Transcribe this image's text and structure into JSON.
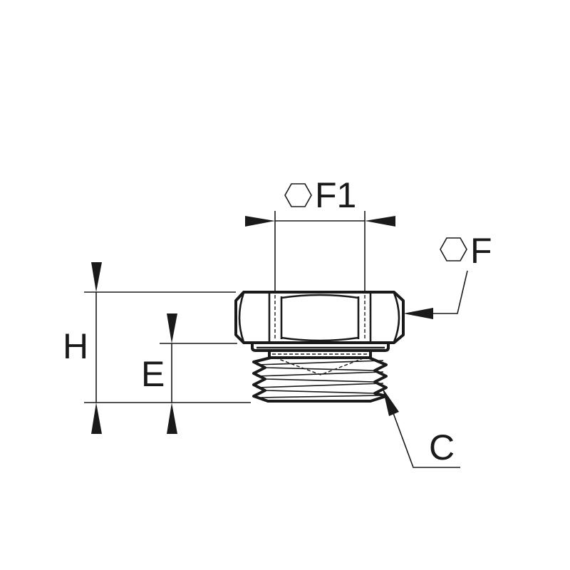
{
  "labels": {
    "f1": "F1",
    "f": "F",
    "h": "H",
    "e": "E",
    "c": "C"
  },
  "icons": {
    "hex_symbol": "hexagon-icon"
  },
  "colors": {
    "line": "#1a1a1a",
    "background": "#ffffff"
  }
}
